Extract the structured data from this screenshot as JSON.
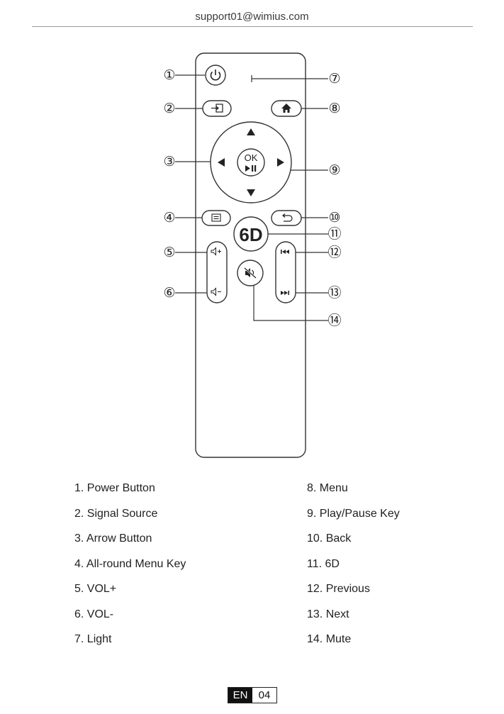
{
  "header": {
    "email": "support01@wimius.com"
  },
  "remote": {
    "ok_label": "OK",
    "six_d_label": "6D",
    "icons": {
      "power": "power-icon",
      "source": "input-source-icon",
      "home": "home-icon",
      "menu": "menu-list-icon",
      "back": "back-arrow-icon",
      "vol_up": "speaker-plus-icon",
      "vol_down": "speaker-minus-icon",
      "mute": "speaker-mute-icon",
      "previous": "skip-previous-icon",
      "next": "skip-next-icon",
      "play_pause": "play-pause-icon",
      "light": "indicator-light-icon"
    },
    "callouts": [
      "①",
      "②",
      "③",
      "④",
      "⑤",
      "⑥",
      "⑦",
      "⑧",
      "⑨",
      "⑩",
      "⑪",
      "⑫",
      "⑬",
      "⑭"
    ]
  },
  "legend": {
    "left": [
      "1. Power Button",
      "2. Signal Source",
      "3. Arrow Button",
      "4. All-round Menu Key",
      "5. VOL+",
      "6. VOL-",
      "7. Light"
    ],
    "right": [
      "8. Menu",
      "9. Play/Pause Key",
      "10. Back",
      "11. 6D",
      "12. Previous",
      "13. Next",
      "14. Mute"
    ]
  },
  "footer": {
    "lang": "EN",
    "page": "04"
  }
}
